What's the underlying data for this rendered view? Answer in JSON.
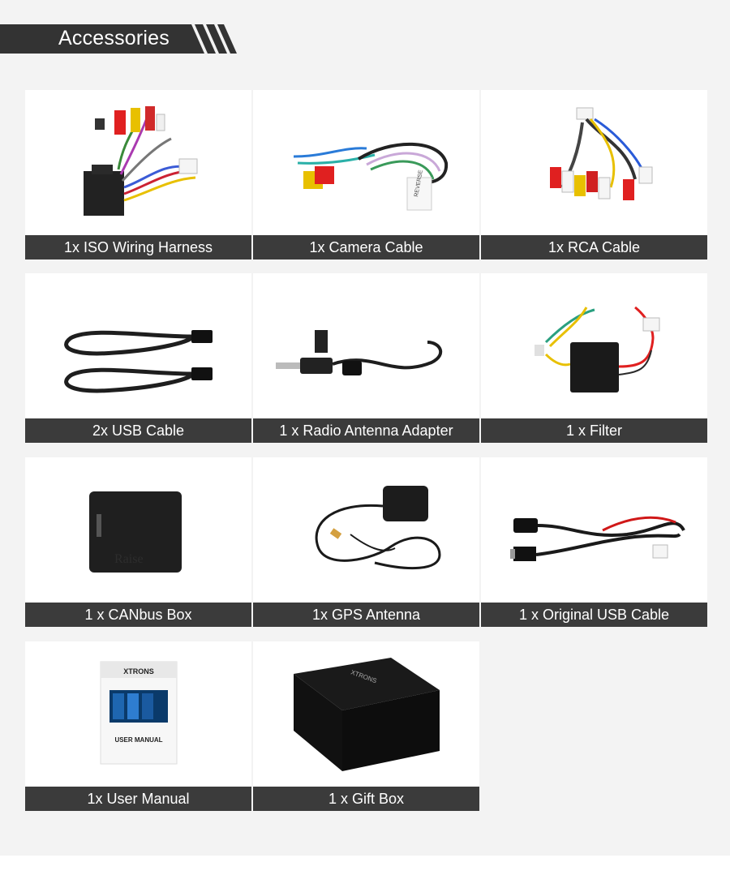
{
  "header": {
    "title": "Accessories"
  },
  "items": [
    {
      "caption": "1x ISO Wiring Harness",
      "icon": "iso-wiring-harness"
    },
    {
      "caption": "1x Camera Cable",
      "icon": "camera-cable"
    },
    {
      "caption": "1x RCA Cable",
      "icon": "rca-cable"
    },
    {
      "caption": "2x USB Cable",
      "icon": "usb-cable"
    },
    {
      "caption": "1 x Radio Antenna Adapter",
      "icon": "radio-antenna-adapter"
    },
    {
      "caption": "1 x Filter",
      "icon": "filter"
    },
    {
      "caption": "1 x CANbus Box",
      "icon": "canbus-box"
    },
    {
      "caption": "1x GPS Antenna",
      "icon": "gps-antenna"
    },
    {
      "caption": "1 x Original USB Cable",
      "icon": "original-usb-cable"
    },
    {
      "caption": "1x User Manual",
      "icon": "user-manual"
    },
    {
      "caption": "1 x Gift Box",
      "icon": "gift-box"
    }
  ],
  "product_text": {
    "camera_label": "REVERSE",
    "canbus_brand": "Raise",
    "manual_brand": "XTRONS",
    "manual_title": "USER MANUAL",
    "giftbox_brand": "XTRONS"
  },
  "colors": {
    "caption_bg": "#3b3b3b",
    "header_bg": "#333333",
    "page_bg": "#f3f3f3"
  }
}
